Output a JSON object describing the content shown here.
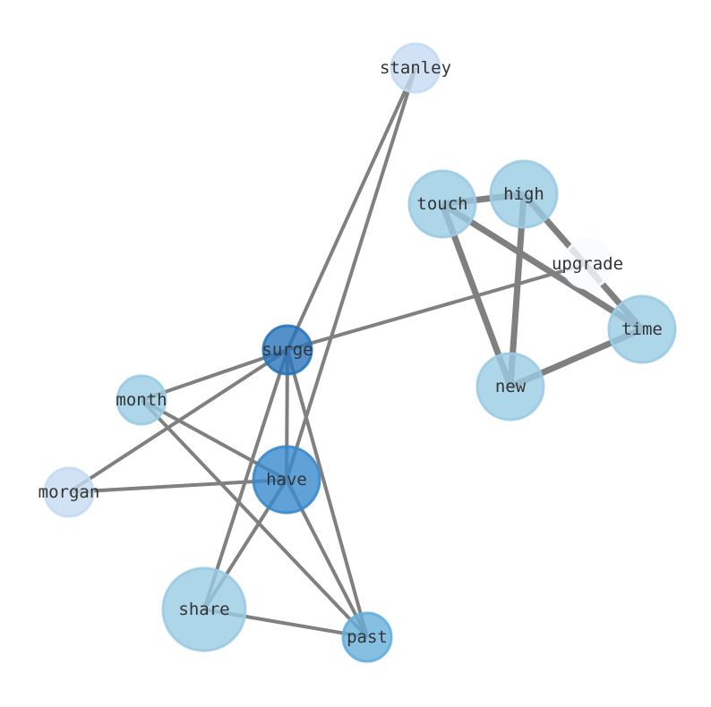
{
  "graph": {
    "nodes": [
      {
        "id": "stanley",
        "label": "stanley",
        "color": "#c6dbef"
      },
      {
        "id": "touch",
        "label": "touch",
        "color": "#9ecae1"
      },
      {
        "id": "high",
        "label": "high",
        "color": "#9ecae1"
      },
      {
        "id": "upgrade",
        "label": "upgrade",
        "color": "#f7fbff"
      },
      {
        "id": "time",
        "label": "time",
        "color": "#9ecae1"
      },
      {
        "id": "new",
        "label": "new",
        "color": "#9ecae1"
      },
      {
        "id": "surge",
        "label": "surge",
        "color": "#2f73b5"
      },
      {
        "id": "month",
        "label": "month",
        "color": "#9ecae1"
      },
      {
        "id": "morgan",
        "label": "morgan",
        "color": "#c6dbef"
      },
      {
        "id": "have",
        "label": "have",
        "color": "#3e88c5"
      },
      {
        "id": "share",
        "label": "share",
        "color": "#9ecae1"
      },
      {
        "id": "past",
        "label": "past",
        "color": "#6baed6"
      }
    ],
    "edges": [
      {
        "source": "stanley",
        "target": "surge",
        "weight": 1
      },
      {
        "source": "stanley",
        "target": "have",
        "weight": 1
      },
      {
        "source": "touch",
        "target": "high",
        "weight": 2
      },
      {
        "source": "touch",
        "target": "new",
        "weight": 2
      },
      {
        "source": "touch",
        "target": "time",
        "weight": 2
      },
      {
        "source": "high",
        "target": "new",
        "weight": 2
      },
      {
        "source": "high",
        "target": "time",
        "weight": 2
      },
      {
        "source": "new",
        "target": "time",
        "weight": 2
      },
      {
        "source": "upgrade",
        "target": "surge",
        "weight": 1
      },
      {
        "source": "surge",
        "target": "month",
        "weight": 1
      },
      {
        "source": "surge",
        "target": "morgan",
        "weight": 1
      },
      {
        "source": "surge",
        "target": "have",
        "weight": 1
      },
      {
        "source": "surge",
        "target": "share",
        "weight": 1
      },
      {
        "source": "surge",
        "target": "past",
        "weight": 1
      },
      {
        "source": "month",
        "target": "have",
        "weight": 1
      },
      {
        "source": "month",
        "target": "past",
        "weight": 1
      },
      {
        "source": "morgan",
        "target": "have",
        "weight": 1
      },
      {
        "source": "have",
        "target": "share",
        "weight": 1
      },
      {
        "source": "have",
        "target": "past",
        "weight": 1
      },
      {
        "source": "share",
        "target": "past",
        "weight": 1
      }
    ],
    "edge_color": "#808080"
  }
}
